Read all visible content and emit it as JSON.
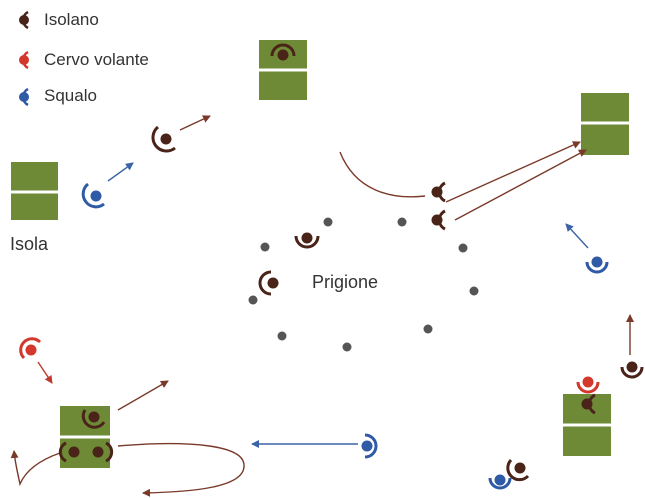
{
  "legend": [
    {
      "label": "Isolano",
      "role": "isolano"
    },
    {
      "label": "Cervo volante",
      "role": "cervo"
    },
    {
      "label": "Squalo",
      "role": "squalo"
    }
  ],
  "labels": {
    "isola": "Isola",
    "prigione": "Prigione"
  },
  "colors": {
    "isolano": "#4a2418",
    "cervo": "#d2382c",
    "squalo": "#2e5aa6",
    "island": "#6e8a37",
    "isolano_arrow": "#7a3a2a",
    "squalo_arrow": "#3b63a8",
    "dot": "#555555"
  }
}
